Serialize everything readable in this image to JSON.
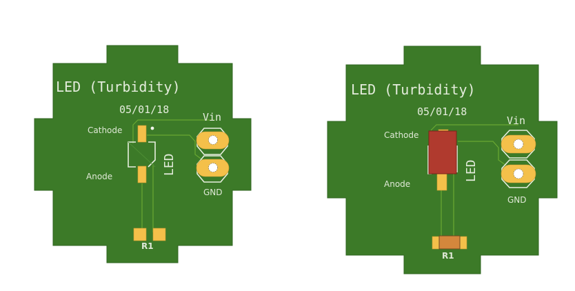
{
  "boards": [
    {
      "id": "board-left",
      "view": "pcb-layout",
      "title": "LED (Turbidity)",
      "date": "05/01/18",
      "labels": {
        "cathode": "Cathode",
        "anode": "Anode",
        "component": "LED",
        "vin": "Vin",
        "gnd": "GND",
        "resistor": "R1"
      },
      "led_body_shown": false,
      "resistor_body_shown": false
    },
    {
      "id": "board-right",
      "view": "pcb-with-components",
      "title": "LED (Turbidity)",
      "date": "05/01/18",
      "labels": {
        "cathode": "Cathode",
        "anode": "Anode",
        "component": "LED",
        "vin": "Vin",
        "gnd": "GND",
        "resistor": "R1"
      },
      "led_body_shown": true,
      "resistor_body_shown": true
    }
  ],
  "colors": {
    "board": "#3c7a28",
    "copper_pad": "#f4c04a",
    "silkscreen": "#e8efe0",
    "trace": "#6aa832",
    "led_body": "#b03a2e",
    "resistor_body": "#d4873c",
    "background": "#ffffff"
  }
}
